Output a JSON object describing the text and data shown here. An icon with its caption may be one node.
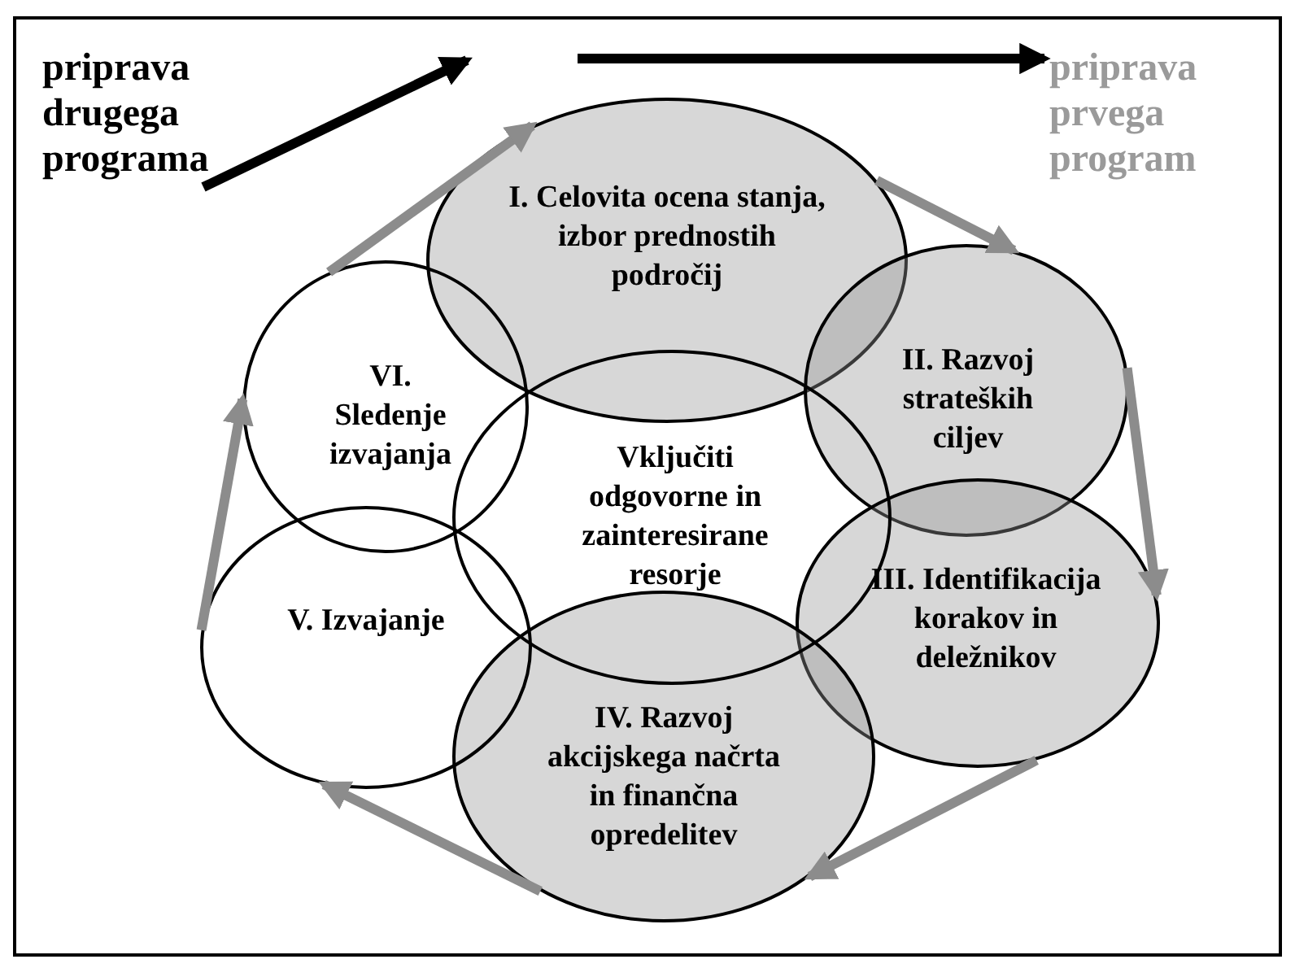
{
  "diagram": {
    "nodes": [
      {
        "text": [
          "priprava drugega programa"
        ]
      },
      {
        "text": [
          "priprava prvega program"
        ]
      },
      {
        "text": [
          "I. Celovita ocena stanja, izbor prednostih področij"
        ]
      },
      {
        "text": [
          "II. Razvoj strateških ciljev"
        ]
      },
      {
        "text": [
          "III. Identifikacija korakov in deležnikov"
        ]
      },
      {
        "text": [
          "IV. Razvoj akcijskega načrta in finančna opredelitev"
        ]
      },
      {
        "text": [
          "V. Izvajanje"
        ]
      },
      {
        "text": [
          "VI. Sledenje izvajanja"
        ]
      },
      {
        "text": [
          "Vključiti odgovorne in zainteresirane resorje"
        ]
      }
    ],
    "edges": [
      {
        "from": 0,
        "to": null,
        "arrow": "to",
        "color": "#000000"
      },
      {
        "from": null,
        "to": 1,
        "arrow": "to",
        "color": "#000000"
      },
      {
        "from": 7,
        "to": 2,
        "arrow": "to"
      },
      {
        "from": 2,
        "to": 3,
        "arrow": "to"
      },
      {
        "from": 3,
        "to": 4,
        "arrow": "to"
      },
      {
        "from": 4,
        "to": 5,
        "arrow": "to"
      },
      {
        "from": 5,
        "to": 6,
        "arrow": "to"
      },
      {
        "from": 6,
        "to": 7,
        "arrow": "to"
      }
    ]
  }
}
